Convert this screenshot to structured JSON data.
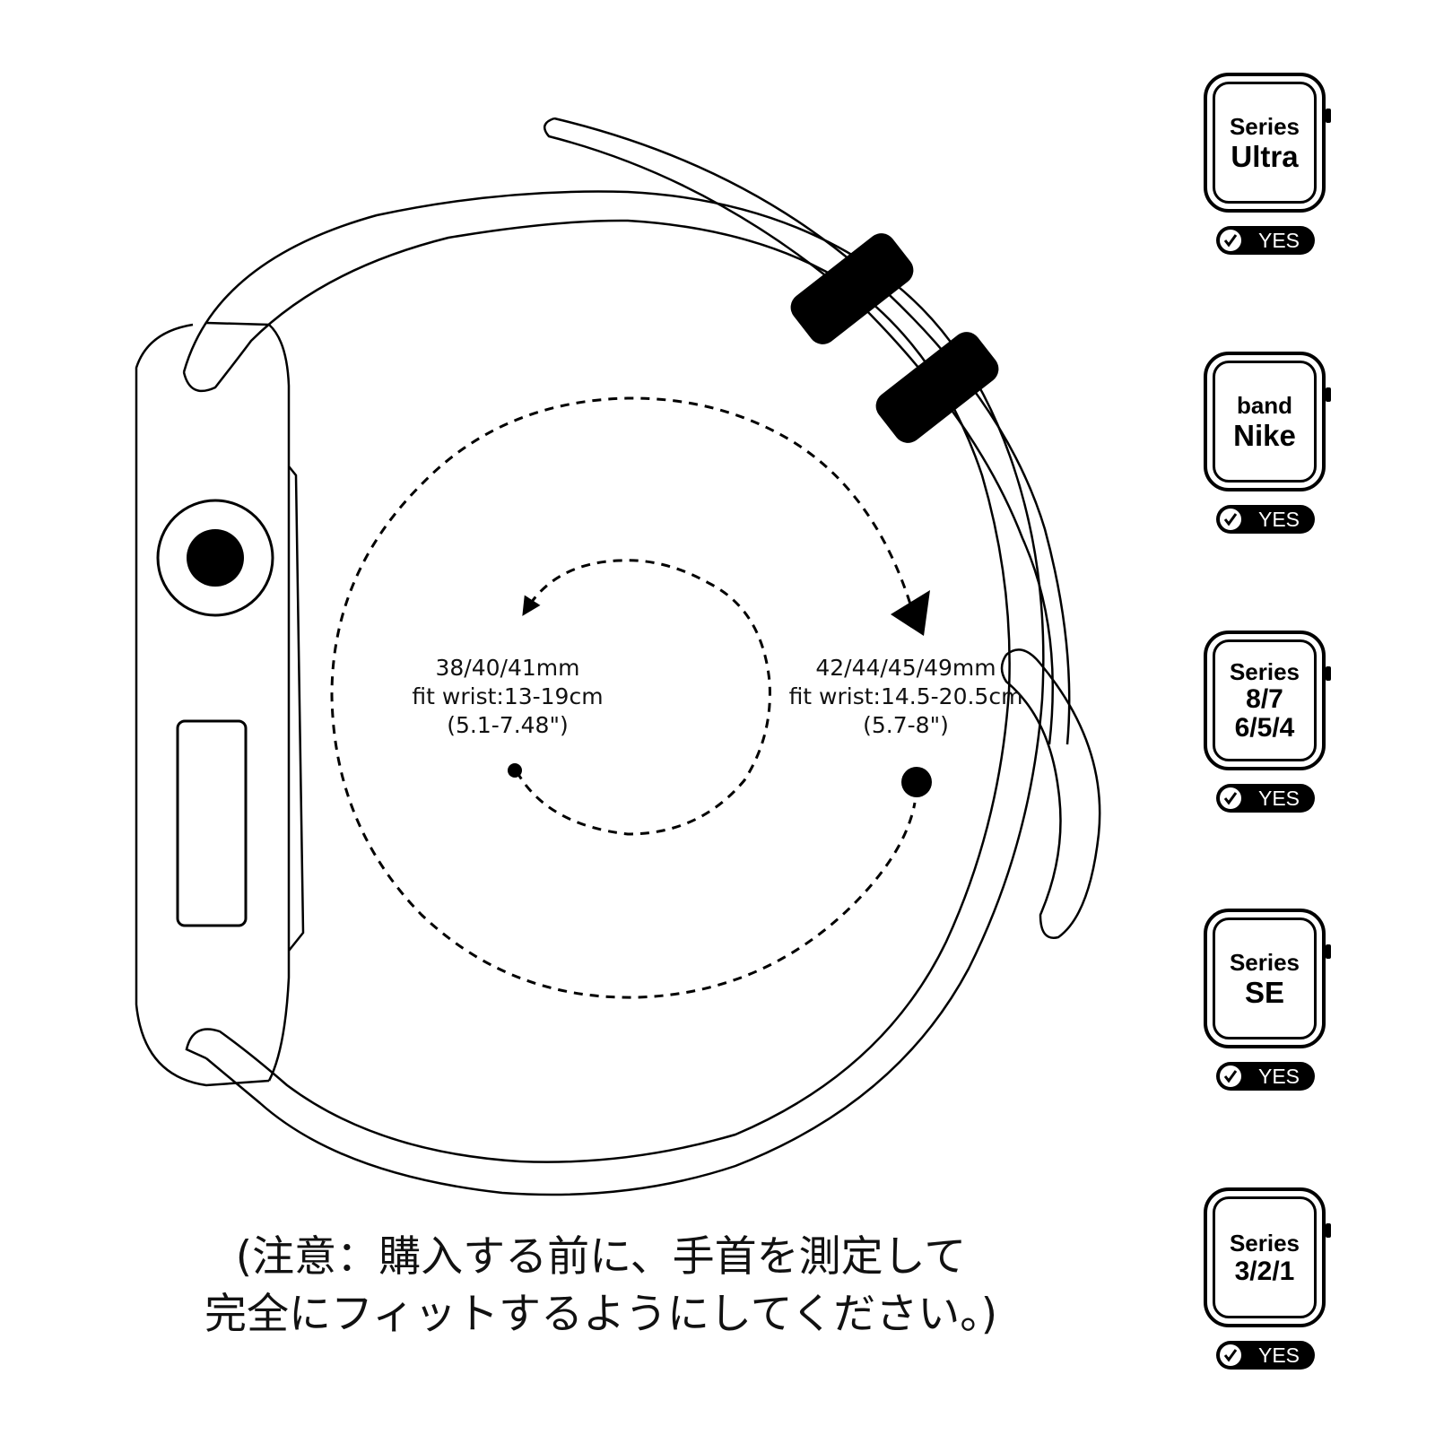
{
  "sizes": {
    "small": {
      "line1": "38/40/41mm",
      "line2": "fit wrist:13-19cm",
      "line3": "(5.1-7.48\")"
    },
    "large": {
      "line1": "42/44/45/49mm",
      "line2": "fit wrist:14.5-20.5cm",
      "line3": "(5.7-8\")"
    }
  },
  "note": {
    "line1": "(注意：購入する前に、手首を測定して",
    "line2": "完全にフィットするようにしてください。)"
  },
  "compatibility": [
    {
      "line1": "Series",
      "line2": "Ultra",
      "line3": "",
      "badge": "YES",
      "icon": "checkmark-icon"
    },
    {
      "line1": "band",
      "line2": "Nike",
      "line3": "",
      "badge": "YES",
      "icon": "checkmark-icon"
    },
    {
      "line1": "Series",
      "line2": "8/7",
      "line3": "6/5/4",
      "badge": "YES",
      "icon": "checkmark-icon"
    },
    {
      "line1": "Series",
      "line2": "SE",
      "line3": "",
      "badge": "YES",
      "icon": "checkmark-icon"
    },
    {
      "line1": "Series",
      "line2": "3/2/1",
      "line3": "",
      "badge": "YES",
      "icon": "checkmark-icon"
    }
  ]
}
